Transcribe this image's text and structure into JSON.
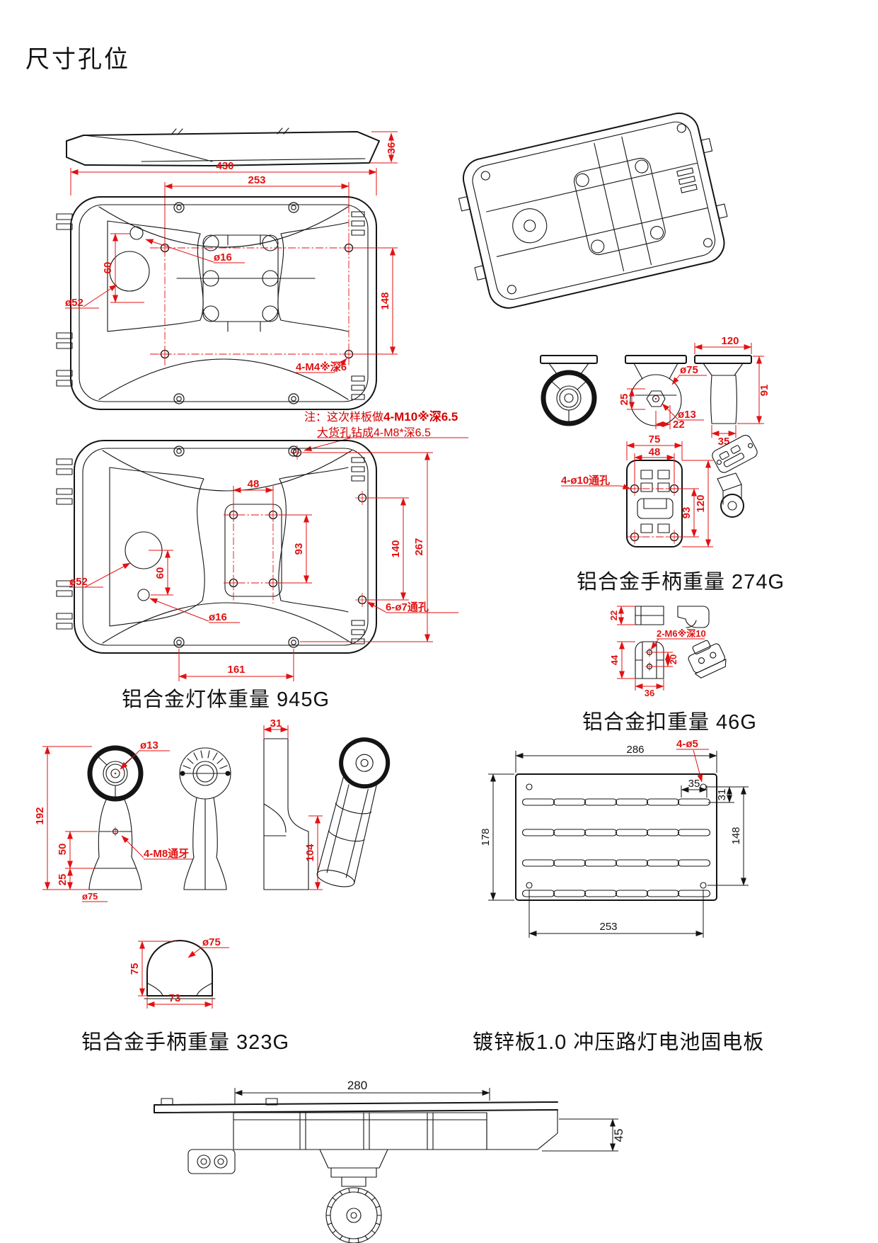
{
  "page": {
    "title": "尺寸孔位"
  },
  "colors": {
    "outline": "#141414",
    "dimension": "#e11212",
    "note": "#d40000",
    "background": "#ffffff"
  },
  "note": {
    "l1a": "注：这次样板做",
    "l1b": "4-M10※深6.5",
    "l2": "大货孔钻成4-M8*深6.5"
  },
  "cap": {
    "body": "铝合金灯体重量 945G",
    "handle_a": "铝合金手柄重量 274G",
    "clip": "铝合金扣重量 46G",
    "handle_b": "铝合金手柄重量 323G",
    "plate": "镀锌板1.0 冲压路灯电池固电板"
  },
  "tv": {
    "d430": "430",
    "d253": "253",
    "d36": "36",
    "d148": "148",
    "d60": "60",
    "d16": "ø16",
    "d52": "ø52",
    "tap": "4-M4※深6"
  },
  "bv": {
    "d48": "48",
    "d93": "93",
    "d140": "140",
    "d267": "267",
    "d161": "161",
    "d60": "60",
    "d16": "ø16",
    "d52": "ø52",
    "thru": "6-ø7通孔"
  },
  "ha": {
    "d120": "120",
    "d91": "91",
    "d75": "ø75",
    "d25": "25",
    "d13": "ø13",
    "d22": "22",
    "d35": "35"
  },
  "br": {
    "d75": "75",
    "d48": "48",
    "d93": "93",
    "d120": "120",
    "thru": "4-ø10通孔"
  },
  "cl": {
    "d22": "22",
    "d44": "44",
    "d20": "20",
    "d36": "36",
    "tap": "2-M6※深10"
  },
  "hb": {
    "d13": "ø13",
    "d192": "192",
    "d50": "50",
    "d25": "25",
    "d75s": "ø75",
    "tap": "4-M8通牙",
    "d31": "31",
    "d104": "104"
  },
  "dm": {
    "d75": "ø75",
    "v75": "75",
    "d73": "73"
  },
  "pl": {
    "d286": "286",
    "d35": "35",
    "holes": "4-ø5",
    "d31": "31",
    "d148": "148",
    "d178": "178",
    "d253": "253"
  },
  "as": {
    "d280": "280",
    "d45": "45"
  }
}
